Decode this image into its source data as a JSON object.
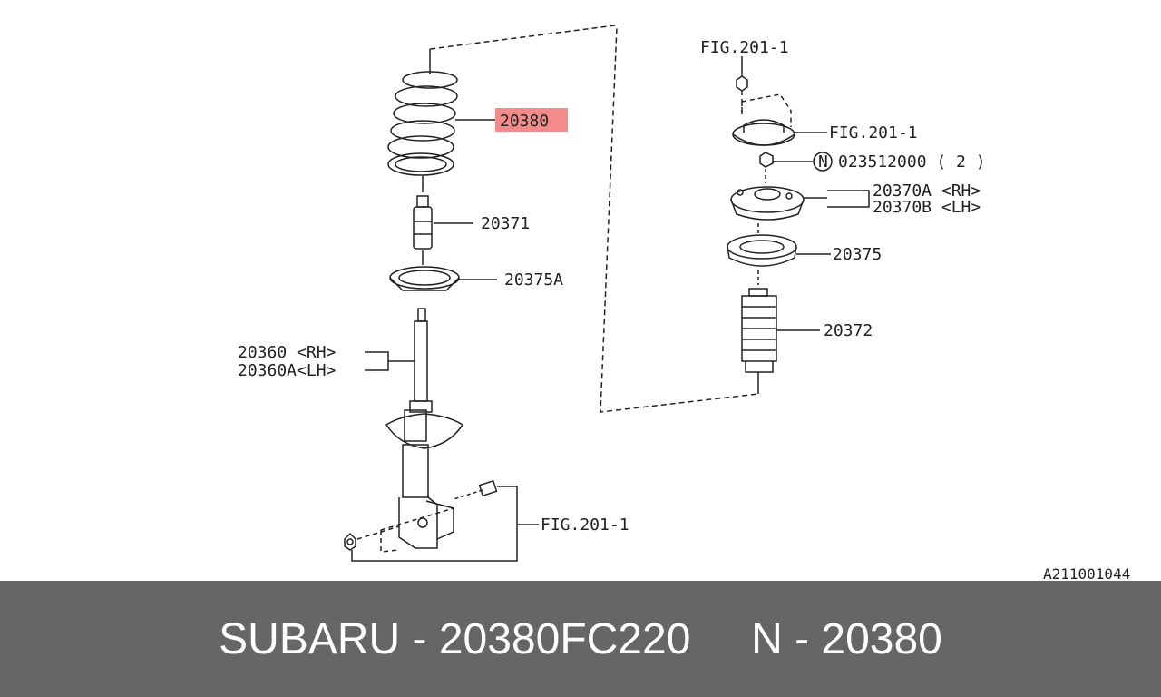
{
  "diagram": {
    "highlight_color": "#f48a8a",
    "labels": {
      "part_20380": "20380",
      "part_20371": "20371",
      "part_20375A": "20375A",
      "part_20360": "20360 <RH>",
      "part_20360A": "20360A<LH>",
      "fig_bottom": "FIG.201-1",
      "fig_top": "FIG.201-1",
      "fig_mid": "FIG.201-1",
      "nut_code": "N",
      "nut_part": "023512000 ( 2 )",
      "part_20370A": "20370A <RH>",
      "part_20370B": "20370B <LH>",
      "part_20375": "20375",
      "part_20372": "20372",
      "image_code": "A211001044"
    }
  },
  "footer": {
    "title": "SUBARU - 20380FC220     N - 20380",
    "background": "#666666"
  }
}
